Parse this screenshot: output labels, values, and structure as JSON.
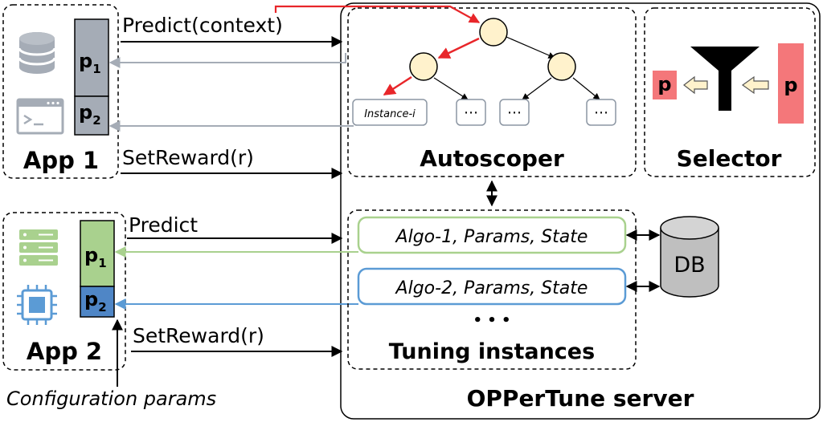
{
  "app1": {
    "label": "App 1",
    "p1": "p",
    "p1_sub": "1",
    "p2": "p",
    "p2_sub": "2"
  },
  "app2": {
    "label": "App 2",
    "p1": "p",
    "p1_sub": "1",
    "p2": "p",
    "p2_sub": "2"
  },
  "calls": {
    "predict_context": "Predict(context)",
    "setreward_1": "SetReward(r)",
    "predict": "Predict",
    "setreward_2": "SetReward(r)"
  },
  "autoscoper": {
    "title": "Autoscoper",
    "instance_label": "Instance-i",
    "ellipsis": "⋯"
  },
  "selector": {
    "title": "Selector",
    "p_small": "p",
    "p_large": "p"
  },
  "tuning": {
    "title": "Tuning instances",
    "instance1": "Algo-1, Params, State",
    "instance2": "Algo-2, Params, State",
    "more": "• • •"
  },
  "db": {
    "label": "DB"
  },
  "server": {
    "title": "OPPerTune server"
  },
  "footnote": "Configuration params",
  "colors": {
    "gray_param": "#a5acb6",
    "green_param": "#a9d18e",
    "blue_param": "#4f86c6",
    "node_fill": "#fff2cc",
    "highlight": "#e8262a",
    "selector_p": "#f4777a",
    "green_line": "#a9d18e",
    "blue_line": "#5b9bd5",
    "gray_line": "#a5acb6"
  }
}
